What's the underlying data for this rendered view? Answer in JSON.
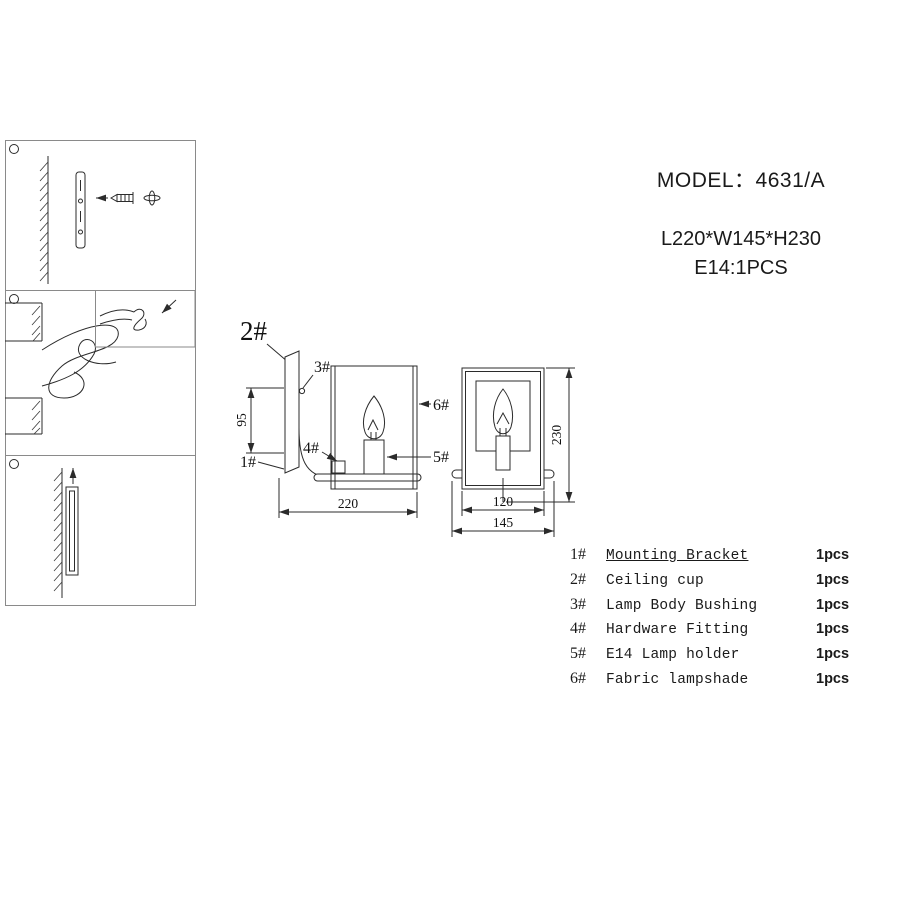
{
  "header": {
    "model": "MODEL：4631/A",
    "size": "L220*W145*H230",
    "lamp": "E14:1PCS"
  },
  "diagram": {
    "labels": {
      "p1": "1#",
      "p2": "2#",
      "p3": "3#",
      "p4": "4#",
      "p5": "5#",
      "p6": "6#"
    },
    "dims": {
      "d95": "95",
      "d220": "220",
      "d230": "230",
      "d120": "120",
      "d145": "145"
    }
  },
  "parts": {
    "rows": [
      {
        "id": "1#",
        "name": "Mounting Bracket",
        "qty": "1pcs"
      },
      {
        "id": "2#",
        "name": "Ceiling cup",
        "qty": "1pcs"
      },
      {
        "id": "3#",
        "name": "Lamp Body Bushing",
        "qty": "1pcs"
      },
      {
        "id": "4#",
        "name": "Hardware Fitting",
        "qty": "1pcs"
      },
      {
        "id": "5#",
        "name": "E14 Lamp holder",
        "qty": "1pcs"
      },
      {
        "id": "6#",
        "name": "Fabric lampshade",
        "qty": "1pcs"
      }
    ]
  }
}
